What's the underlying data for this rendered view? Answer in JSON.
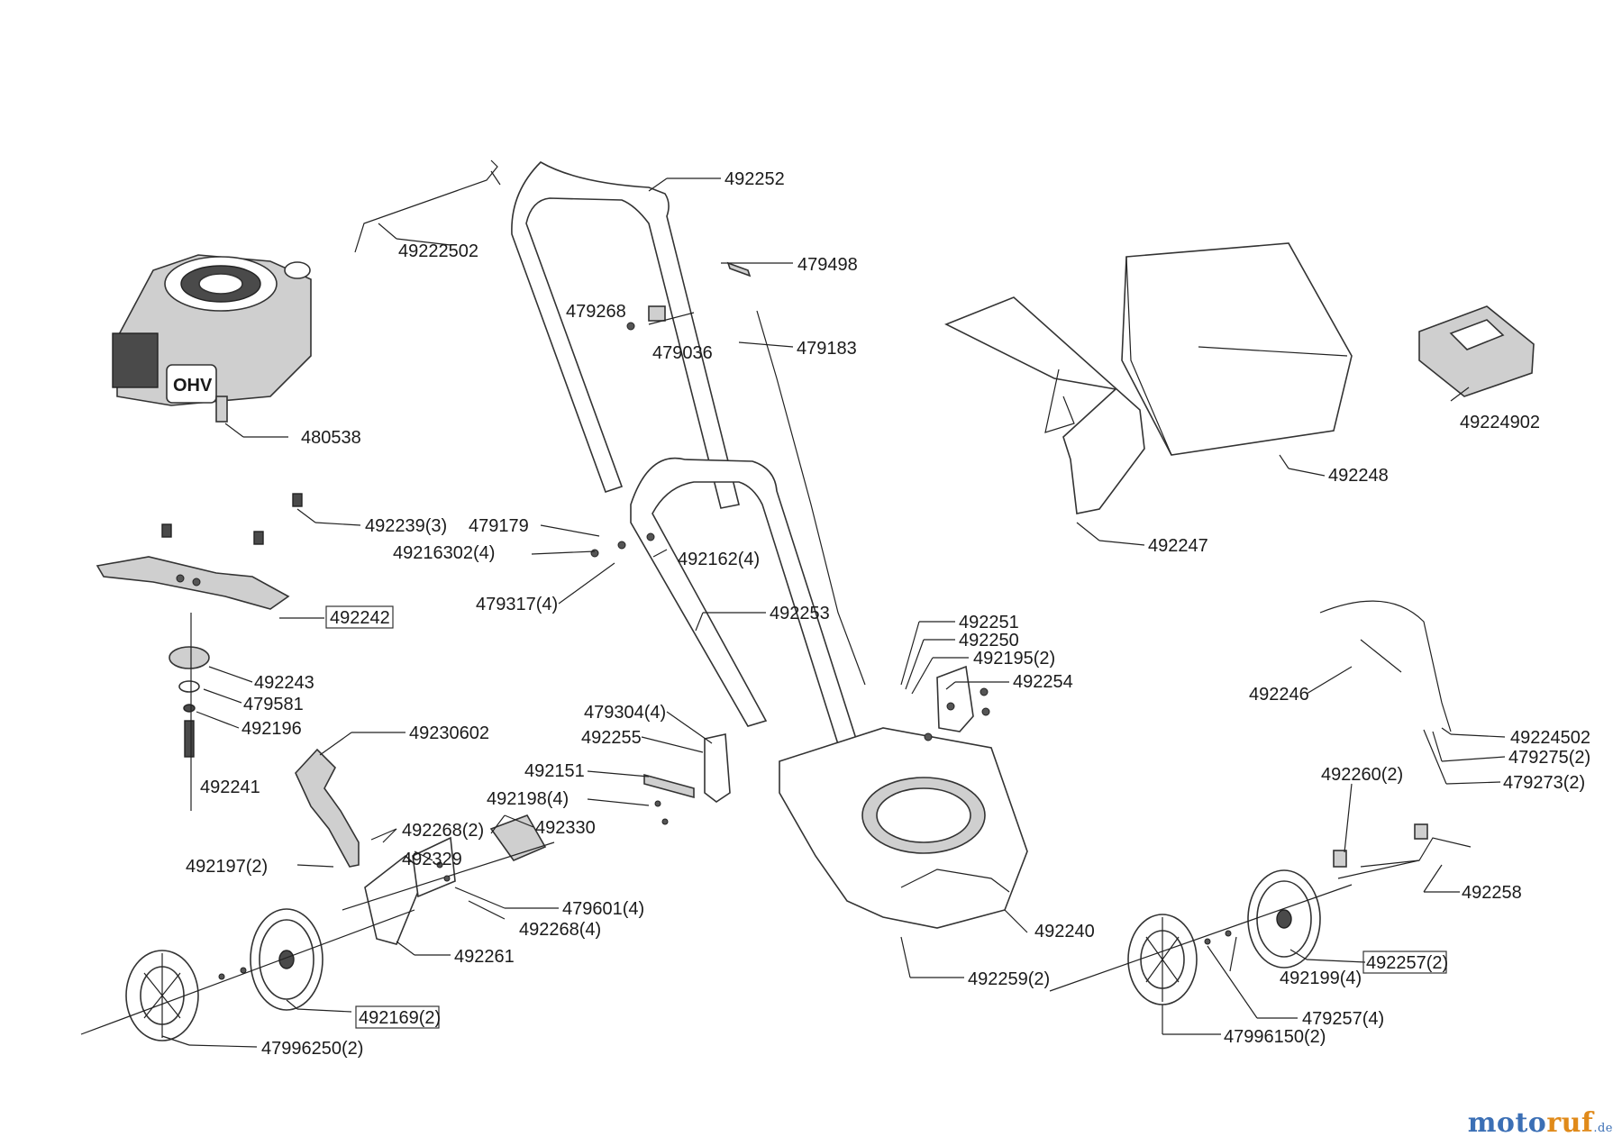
{
  "diagram": {
    "labels": [
      {
        "id": "492252",
        "text": "492252",
        "boxed": false
      },
      {
        "id": "49222502",
        "text": "49222502",
        "boxed": false
      },
      {
        "id": "479498",
        "text": "479498",
        "boxed": false
      },
      {
        "id": "479268",
        "text": "479268",
        "boxed": false
      },
      {
        "id": "479036",
        "text": "479036",
        "boxed": false
      },
      {
        "id": "479183",
        "text": "479183",
        "boxed": false
      },
      {
        "id": "480538",
        "text": "480538",
        "boxed": false
      },
      {
        "id": "49224902",
        "text": "49224902",
        "boxed": false
      },
      {
        "id": "492248",
        "text": "492248",
        "boxed": false
      },
      {
        "id": "492239-3",
        "text": "492239(3)",
        "boxed": false
      },
      {
        "id": "479179",
        "text": "479179",
        "boxed": false
      },
      {
        "id": "49216302-4",
        "text": "49216302(4)",
        "boxed": false
      },
      {
        "id": "492162-4",
        "text": "492162(4)",
        "boxed": false
      },
      {
        "id": "492247",
        "text": "492247",
        "boxed": false
      },
      {
        "id": "479317-4",
        "text": "479317(4)",
        "boxed": false
      },
      {
        "id": "492242",
        "text": "492242",
        "boxed": true
      },
      {
        "id": "492253",
        "text": "492253",
        "boxed": false
      },
      {
        "id": "492251",
        "text": "492251",
        "boxed": false
      },
      {
        "id": "492250",
        "text": "492250",
        "boxed": false
      },
      {
        "id": "492195-2",
        "text": "492195(2)",
        "boxed": false
      },
      {
        "id": "492254",
        "text": "492254",
        "boxed": false
      },
      {
        "id": "492243",
        "text": "492243",
        "boxed": false
      },
      {
        "id": "479581",
        "text": "479581",
        "boxed": false
      },
      {
        "id": "492196",
        "text": "492196",
        "boxed": false
      },
      {
        "id": "492246",
        "text": "492246",
        "boxed": false
      },
      {
        "id": "479304-4",
        "text": "479304(4)",
        "boxed": false
      },
      {
        "id": "49230602",
        "text": "49230602",
        "boxed": false
      },
      {
        "id": "492255",
        "text": "492255",
        "boxed": false
      },
      {
        "id": "49224502",
        "text": "49224502",
        "boxed": false
      },
      {
        "id": "479275-2",
        "text": "479275(2)",
        "boxed": false
      },
      {
        "id": "479273-2",
        "text": "479273(2)",
        "boxed": false
      },
      {
        "id": "492151",
        "text": "492151",
        "boxed": false
      },
      {
        "id": "492241",
        "text": "492241",
        "boxed": false
      },
      {
        "id": "492260-2",
        "text": "492260(2)",
        "boxed": false
      },
      {
        "id": "492198-4",
        "text": "492198(4)",
        "boxed": false
      },
      {
        "id": "492268-2",
        "text": "492268(2)",
        "boxed": false
      },
      {
        "id": "492330",
        "text": "492330",
        "boxed": false
      },
      {
        "id": "492329",
        "text": "492329",
        "boxed": false
      },
      {
        "id": "492197-2",
        "text": "492197(2)",
        "boxed": false
      },
      {
        "id": "492258",
        "text": "492258",
        "boxed": false
      },
      {
        "id": "479601-4",
        "text": "479601(4)",
        "boxed": false
      },
      {
        "id": "492268-4",
        "text": "492268(4)",
        "boxed": false
      },
      {
        "id": "492240",
        "text": "492240",
        "boxed": false
      },
      {
        "id": "492261",
        "text": "492261",
        "boxed": false
      },
      {
        "id": "492257-2",
        "text": "492257(2)",
        "boxed": true
      },
      {
        "id": "492199-4",
        "text": "492199(4)",
        "boxed": false
      },
      {
        "id": "492259-2",
        "text": "492259(2)",
        "boxed": false
      },
      {
        "id": "492169-2",
        "text": "492169(2)",
        "boxed": true
      },
      {
        "id": "479257-4",
        "text": "479257(4)",
        "boxed": false
      },
      {
        "id": "47996150-2",
        "text": "47996150(2)",
        "boxed": false
      },
      {
        "id": "47996250-2",
        "text": "47996250(2)",
        "boxed": false
      }
    ],
    "engine_mark": "OHV"
  },
  "watermark": {
    "brand_a": "moto",
    "brand_b": "ruf",
    "tld": ".de"
  },
  "colors": {
    "line": "#222222",
    "brand_blue": "#3b6fb5",
    "brand_orange": "#e08a1a"
  }
}
